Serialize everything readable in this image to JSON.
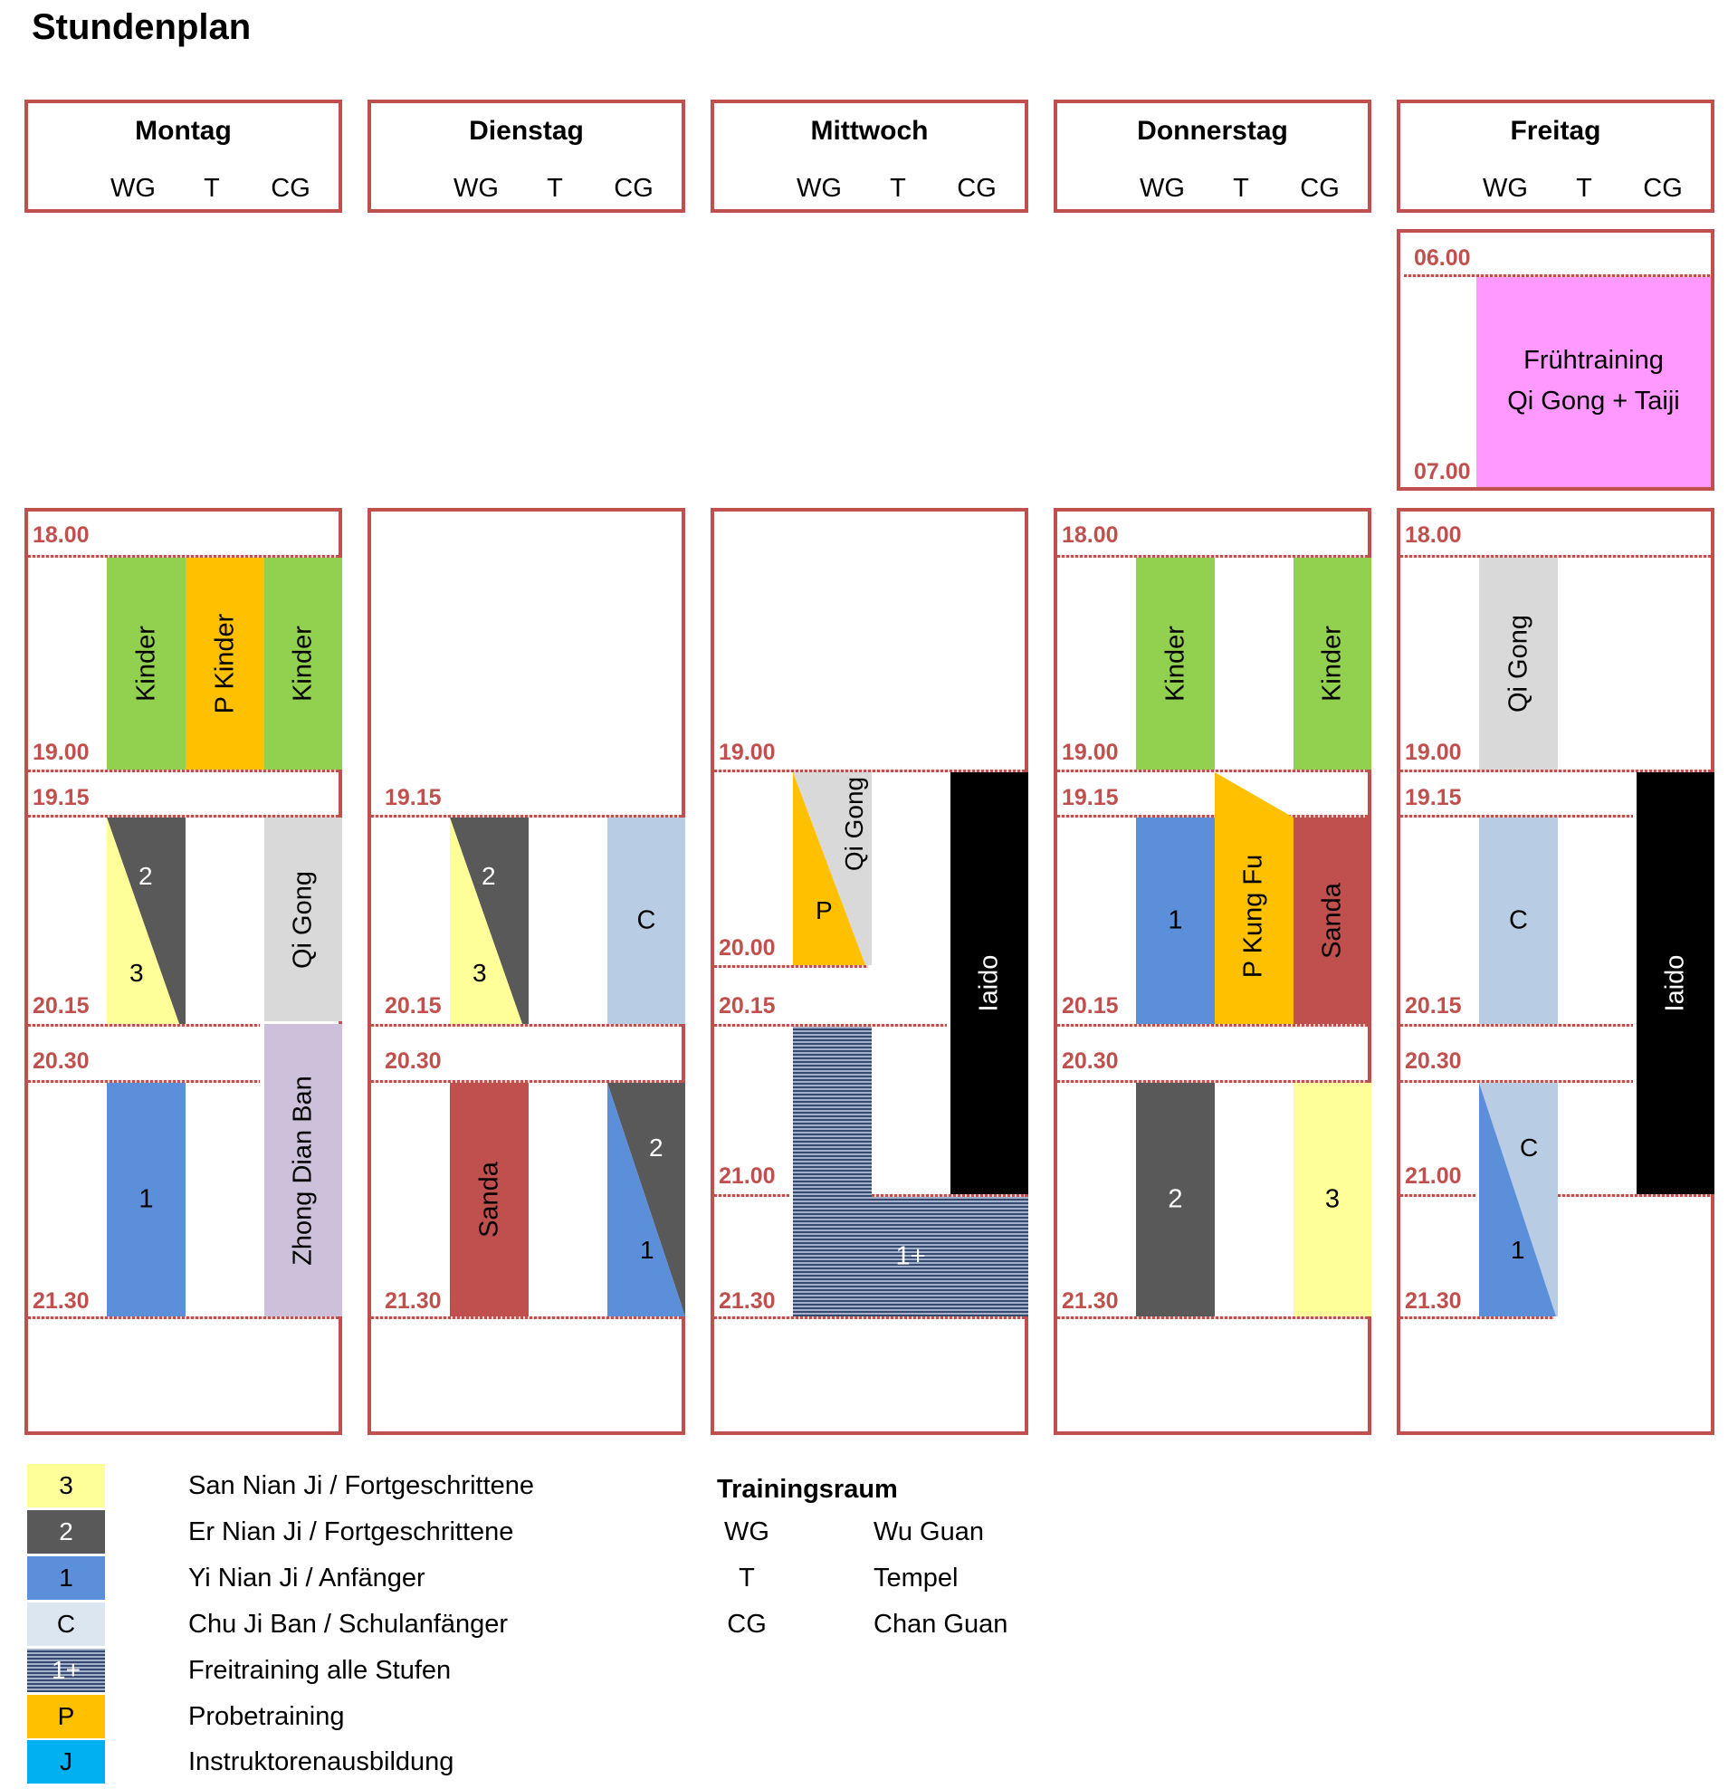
{
  "page_title": "Stundenplan",
  "rooms": [
    "WG",
    "T",
    "CG"
  ],
  "days": [
    "Montag",
    "Dienstag",
    "Mittwoch",
    "Donnerstag",
    "Freitag"
  ],
  "colors": {
    "level_3": "#ffff99",
    "level_2": "#595959",
    "level_1": "#5b8fd9",
    "chu_ji_ban": "#b8cce4",
    "probetraining": "#ffc000",
    "kinder": "#92d050",
    "qi_gong": "#d9d9d9",
    "sanda": "#c0504d",
    "zhong_dian_ban": "#ccc0da",
    "iaido": "#000000",
    "fruehtraining": "#ff99ff",
    "instruktoren": "#00b0f0",
    "accent": "#c0504d"
  },
  "morning": {
    "times": [
      "06.00",
      "07.00"
    ],
    "block": {
      "line1": "Frühtraining",
      "line2": "Qi Gong + Taiji"
    }
  },
  "monday": {
    "times": [
      "18.00",
      "19.00",
      "19.15",
      "20.15",
      "20.30",
      "21.30"
    ],
    "kinder_wg": "Kinder",
    "kinder_t": "P Kinder",
    "kinder_cg": "Kinder",
    "split_upper": "2",
    "split_lower": "3",
    "qigong": "Qi Gong",
    "zhong": "Zhong Dian Ban",
    "l1": "1"
  },
  "tuesday": {
    "times": [
      "19.15",
      "20.15",
      "20.30",
      "21.30"
    ],
    "split_upper": "2",
    "split_lower": "3",
    "c": "C",
    "sanda": "Sanda",
    "split2_upper": "2",
    "split2_lower": "1"
  },
  "wednesday": {
    "times": [
      "19.00",
      "20.00",
      "20.15",
      "21.00",
      "21.30"
    ],
    "qigong": "Qi Gong",
    "p": "P",
    "iaido": "Iaido",
    "free": "1+"
  },
  "thursday": {
    "times": [
      "18.00",
      "19.00",
      "19.15",
      "20.15",
      "20.30",
      "21.30"
    ],
    "kinder_wg": "Kinder",
    "kinder_cg": "Kinder",
    "l1": "1",
    "pkungfu": "P Kung Fu",
    "sanda": "Sanda",
    "l2": "2",
    "l3": "3"
  },
  "friday": {
    "times": [
      "18.00",
      "19.00",
      "19.15",
      "20.15",
      "20.30",
      "21.00",
      "21.30"
    ],
    "qigong": "Qi Gong",
    "c": "C",
    "iaido": "Iaido",
    "split_upper": "C",
    "split_lower": "1"
  },
  "legend": [
    {
      "code": "3",
      "label": "San Nian Ji / Fortgeschrittene"
    },
    {
      "code": "2",
      "label": "Er Nian Ji / Fortgeschrittene"
    },
    {
      "code": "1",
      "label": "Yi Nian Ji / Anfänger"
    },
    {
      "code": "C",
      "label": "Chu Ji Ban / Schulanfänger"
    },
    {
      "code": "1+",
      "label": "Freitraining alle Stufen"
    },
    {
      "code": "P",
      "label": "Probetraining"
    },
    {
      "code": "J",
      "label": "Instruktorenausbildung"
    }
  ],
  "rooms_legend": {
    "title": "Trainingsraum",
    "items": [
      {
        "abbr": "WG",
        "name": "Wu Guan"
      },
      {
        "abbr": "T",
        "name": "Tempel"
      },
      {
        "abbr": "CG",
        "name": "Chan Guan"
      }
    ]
  }
}
